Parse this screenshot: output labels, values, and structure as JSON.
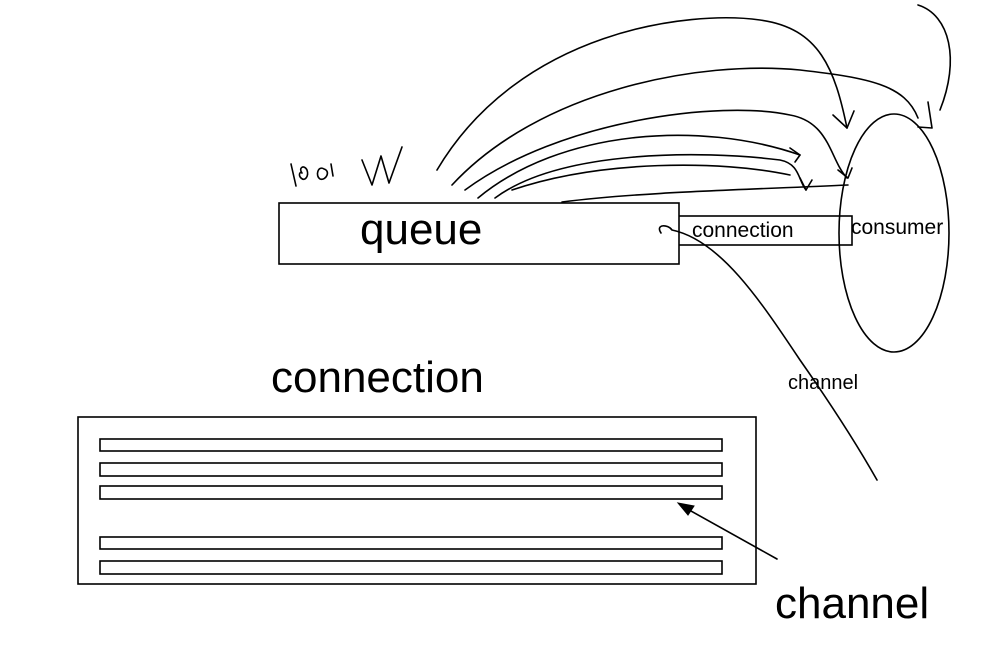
{
  "diagram": {
    "labels": {
      "queue_label": "queue",
      "inner_connection_label": "connection",
      "consumer_label": "consumer",
      "channel_small_label": "channel",
      "connection_title": "connection",
      "channel_caption": "channel"
    },
    "handwriting_note": "100 W",
    "channel_bar_count": 5
  }
}
